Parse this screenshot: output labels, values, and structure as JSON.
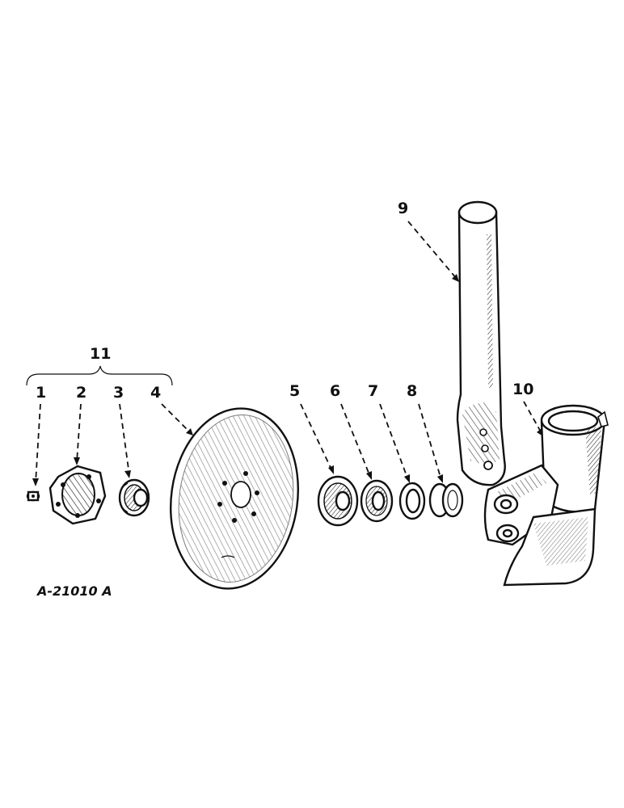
{
  "drawing_code": "A-21010 A",
  "callouts": [
    {
      "id": "1",
      "text": "1"
    },
    {
      "id": "2",
      "text": "2"
    },
    {
      "id": "3",
      "text": "3"
    },
    {
      "id": "4",
      "text": "4"
    },
    {
      "id": "5",
      "text": "5"
    },
    {
      "id": "6",
      "text": "6"
    },
    {
      "id": "7",
      "text": "7"
    },
    {
      "id": "8",
      "text": "8"
    },
    {
      "id": "9",
      "text": "9"
    },
    {
      "id": "10",
      "text": "10"
    },
    {
      "id": "11",
      "text": "11"
    }
  ],
  "colors": {
    "ink": "#111111",
    "paper": "#ffffff"
  }
}
